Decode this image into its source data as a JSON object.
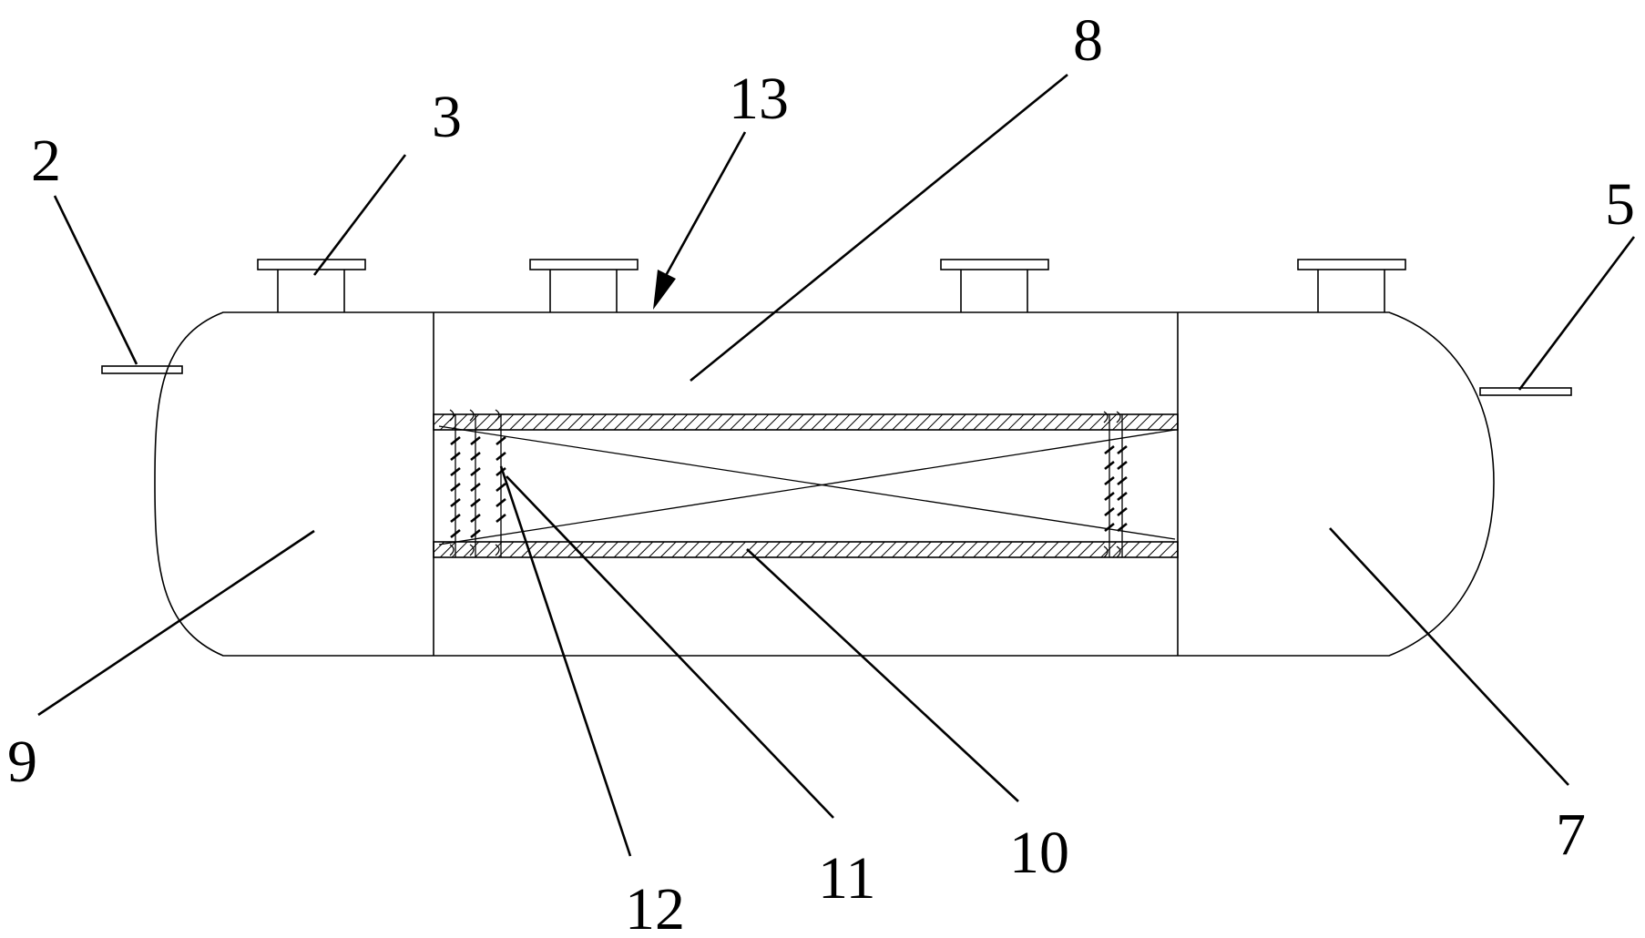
{
  "diagram": {
    "labels": {
      "l2": "2",
      "l3": "3",
      "l13": "13",
      "l8": "8",
      "l5": "5",
      "l9": "9",
      "l12": "12",
      "l11": "11",
      "l10": "10",
      "l7": "7"
    }
  }
}
